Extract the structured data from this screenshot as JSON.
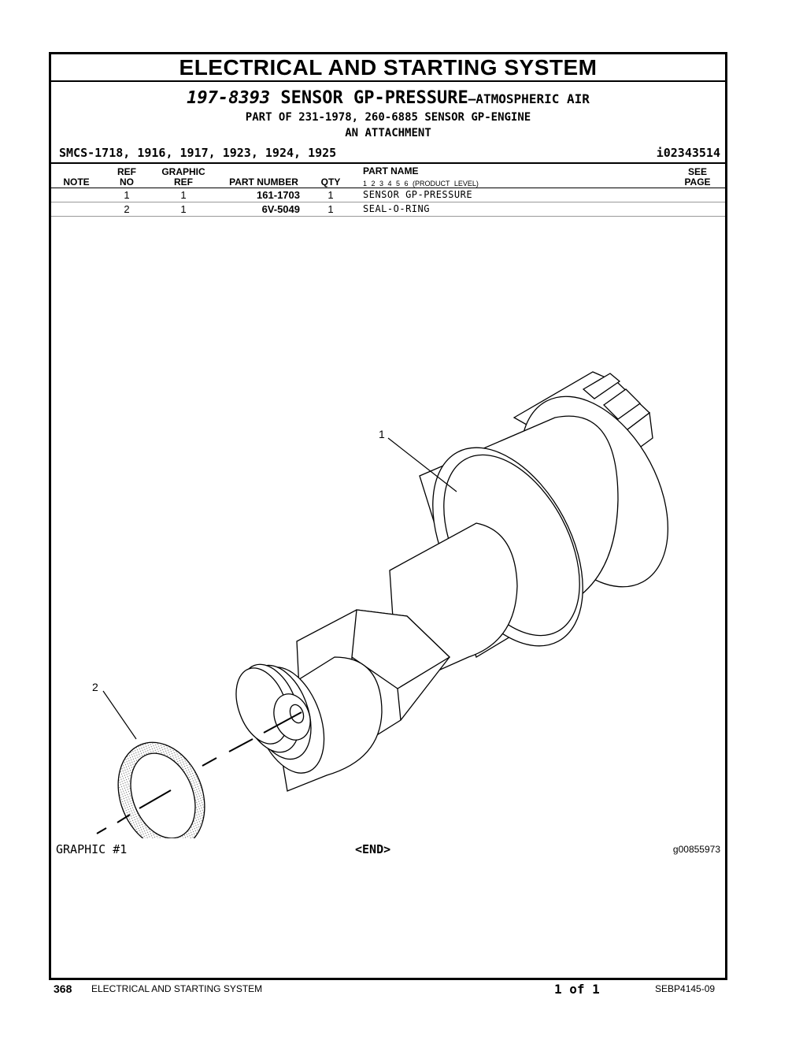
{
  "header": {
    "title": "ELECTRICAL AND STARTING SYSTEM",
    "part_number": "197-8393",
    "part_name": "SENSOR GP-PRESSURE",
    "part_suffix": "—ATMOSPHERIC AIR",
    "part_of": "PART OF 231-1978, 260-6885 SENSOR GP-ENGINE",
    "attachment": "AN ATTACHMENT",
    "smcs": "SMCS-1718, 1916, 1917, 1923, 1924, 1925",
    "illustration_id": "i02343514"
  },
  "columns": {
    "note": "NOTE",
    "ref_no_1": "REF",
    "ref_no_2": "NO",
    "graphic_ref_1": "GRAPHIC",
    "graphic_ref_2": "REF",
    "part_number": "PART NUMBER",
    "qty": "QTY",
    "part_name": "PART NAME",
    "levels": "1 2 3 4 5 6 (PRODUCT LEVEL)",
    "see_page_1": "SEE",
    "see_page_2": "PAGE"
  },
  "parts": [
    {
      "ref_no": "1",
      "graphic_ref": "1",
      "part_number": "161-1703",
      "qty": "1",
      "part_name": "SENSOR GP-PRESSURE"
    },
    {
      "ref_no": "2",
      "graphic_ref": "1",
      "part_number": "6V-5049",
      "qty": "1",
      "part_name": "SEAL-O-RING"
    }
  ],
  "graphic": {
    "label": "GRAPHIC #1",
    "end": "<END>",
    "number": "g00855973",
    "callout_1": "1",
    "callout_2": "2"
  },
  "footer": {
    "page": "368",
    "section": "ELECTRICAL AND STARTING SYSTEM",
    "page_of": "1 of 1",
    "doc": "SEBP4145-09"
  }
}
